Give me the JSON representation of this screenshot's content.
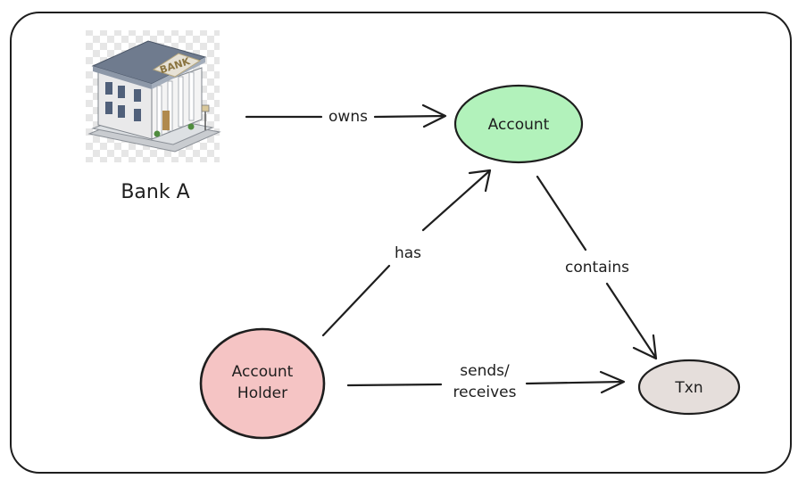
{
  "diagram": {
    "nodes": {
      "bank": {
        "label": "Bank A",
        "bank_sign": "BANK"
      },
      "account": {
        "label": "Account",
        "fill": "#b2f2bb"
      },
      "holder": {
        "label_line1": "Account",
        "label_line2": "Holder",
        "fill": "#f5c4c4"
      },
      "txn": {
        "label": "Txn",
        "fill": "#e5dedb"
      }
    },
    "edges": {
      "owns": {
        "label": "owns"
      },
      "has": {
        "label": "has"
      },
      "contains": {
        "label": "contains"
      },
      "sends_receives": {
        "label_line1": "sends/",
        "label_line2": "receives"
      }
    }
  },
  "colors": {
    "stroke": "#1e1e1e",
    "frame_stroke": "#1e1e1e",
    "background": "#ffffff"
  }
}
